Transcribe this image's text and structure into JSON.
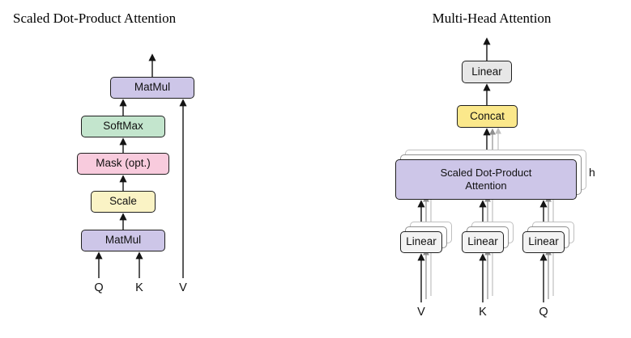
{
  "left": {
    "title": "Scaled Dot-Product Attention",
    "boxes": {
      "matmul_top": "MatMul",
      "softmax": "SoftMax",
      "mask": "Mask (opt.)",
      "scale": "Scale",
      "matmul_bottom": "MatMul"
    },
    "inputs": {
      "q": "Q",
      "k": "K",
      "v": "V"
    }
  },
  "right": {
    "title": "Multi-Head Attention",
    "boxes": {
      "linear_out": "Linear",
      "concat": "Concat",
      "attention": "Scaled Dot-Product Attention",
      "linear_v": "Linear",
      "linear_k": "Linear",
      "linear_q": "Linear"
    },
    "heads_label": "h",
    "inputs": {
      "v": "V",
      "k": "K",
      "q": "Q"
    }
  },
  "colors": {
    "purple": "#cdc6e8",
    "green": "#c3e5cd",
    "pink": "#f8cbdd",
    "pale_yellow": "#faf3c5",
    "gold": "#fbe88b",
    "gray_box": "#e7e7e7",
    "white_box": "#f3f3f3"
  }
}
